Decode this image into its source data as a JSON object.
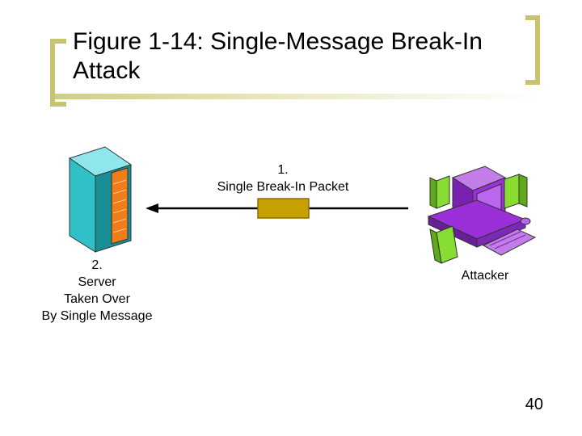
{
  "slide": {
    "title": "Figure 1-14: Single-Message Break-In Attack",
    "page_number": "40"
  },
  "packet": {
    "label_line1": "1.",
    "label_line2": "Single Break-In Packet"
  },
  "server": {
    "label_line1": "2.",
    "label_line2": "Server",
    "label_line3": "Taken Over",
    "label_line4": "By Single Message"
  },
  "attacker": {
    "label": "Attacker"
  },
  "colors": {
    "bracket": "#c8c36e",
    "server_body": "#30c0c8",
    "server_panel": "#f07c1a",
    "packet": "#c8a000",
    "computer": "#9b30d8",
    "speaker": "#88dd33"
  }
}
